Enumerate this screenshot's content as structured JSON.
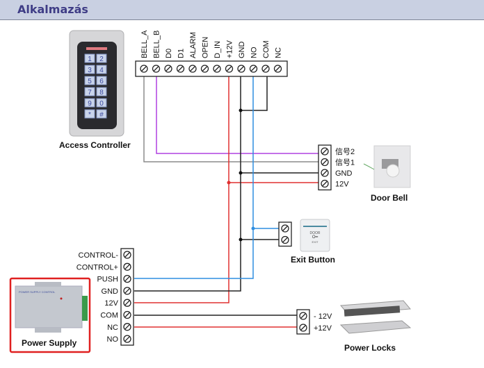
{
  "header": {
    "title": "Alkalmazás"
  },
  "access_controller": {
    "caption": "Access Controller",
    "keys": [
      "1",
      "2",
      "3",
      "4",
      "5",
      "6",
      "7",
      "8",
      "9",
      "0",
      "*",
      "#"
    ],
    "terminals": [
      "BELL_A",
      "BELL_B",
      "D0",
      "D1",
      "ALARM",
      "OPEN",
      "D_IN",
      "+12V",
      "GND",
      "NO",
      "COM",
      "NC"
    ]
  },
  "door_bell": {
    "caption": "Door Bell",
    "terminals": [
      "信号2",
      "信号1",
      "GND",
      "12V"
    ]
  },
  "exit_button": {
    "caption": "Exit Button",
    "plate_top": "DOOR",
    "plate_bottom": "EXIT"
  },
  "power_supply": {
    "caption": "Power Supply",
    "terminals": [
      "CONTROL-",
      "CONTROL+",
      "PUSH",
      "GND",
      "12V",
      "COM",
      "NC",
      "NO"
    ],
    "label_title": "POWER SUPPLY CONTROL",
    "highlight_color": "#e02020"
  },
  "power_locks": {
    "caption": "Power Locks",
    "terminals": [
      "- 12V",
      "+12V"
    ]
  },
  "wire_colors": {
    "gray": "#8c8c8c",
    "purple": "#b040e0",
    "black": "#222222",
    "red": "#e03030",
    "blue": "#2f8ee0"
  }
}
